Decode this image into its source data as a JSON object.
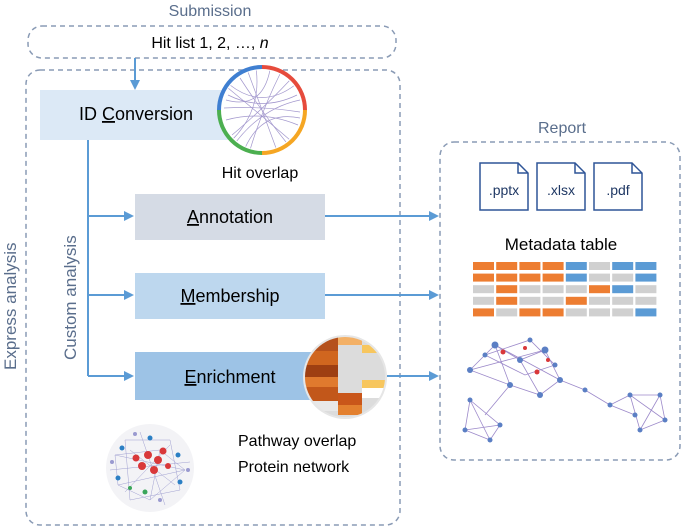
{
  "submission": {
    "title": "Submission",
    "hit_list_prefix": "Hit list 1, 2, …, ",
    "hit_list_var": "n"
  },
  "express": {
    "label": "Express analysis",
    "id_conversion": {
      "first": "ID ",
      "key": "C",
      "rest": "onversion"
    },
    "hit_overlap_label": "Hit overlap",
    "custom_label": "Custom analysis",
    "annotation": {
      "key": "A",
      "rest": "nnotation"
    },
    "membership": {
      "key": "M",
      "rest": "embership"
    },
    "enrichment": {
      "key": "E",
      "rest": "nrichment"
    },
    "pathway_overlap_label": "Pathway overlap",
    "protein_network_label": "Protein network"
  },
  "report": {
    "title": "Report",
    "files": [
      ".pptx",
      ".xlsx",
      ".pdf"
    ],
    "metadata_table_label": "Metadata table"
  },
  "colors": {
    "dash_border": "#8a9bb5",
    "arrow": "#5b9bd5",
    "id_box": "#dce9f6",
    "annotation_box": "#d5dbe5",
    "membership_box": "#bdd7ee",
    "enrichment_box": "#9dc3e6",
    "title_text": "#5a6e8c",
    "cell_orange": "#ed7d31",
    "cell_blue": "#5b9bd5",
    "cell_gray": "#d0d0d0"
  },
  "metadata_table": {
    "rows": [
      [
        "o",
        "o",
        "o",
        "o",
        "b",
        "g",
        "b",
        "b"
      ],
      [
        "o",
        "o",
        "o",
        "o",
        "b",
        "g",
        "g",
        "b"
      ],
      [
        "g",
        "o",
        "g",
        "g",
        "g",
        "o",
        "b",
        "g"
      ],
      [
        "g",
        "o",
        "g",
        "g",
        "o",
        "g",
        "g",
        "g"
      ],
      [
        "o",
        "g",
        "o",
        "o",
        "g",
        "g",
        "g",
        "b"
      ]
    ]
  }
}
